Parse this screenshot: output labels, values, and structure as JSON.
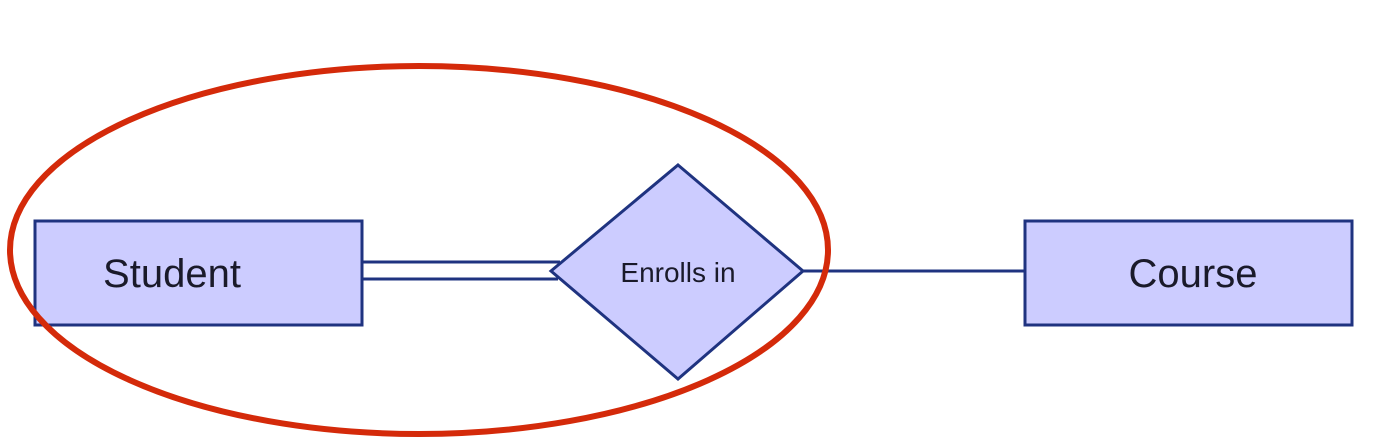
{
  "diagram": {
    "type": "er-diagram",
    "colors": {
      "entity_fill": "#ccccff",
      "stroke": "#1f3380",
      "highlight": "#d42a0a",
      "text": "#1a1a2a",
      "background": "#ffffff"
    },
    "entities": [
      {
        "id": "student",
        "label": "Student"
      },
      {
        "id": "course",
        "label": "Course"
      }
    ],
    "relationships": [
      {
        "id": "enrolls_in",
        "label": "Enrolls in"
      }
    ],
    "connections": [
      {
        "from": "student",
        "to": "enrolls_in",
        "participation": "total",
        "line": "double"
      },
      {
        "from": "enrolls_in",
        "to": "course",
        "participation": "partial",
        "line": "single"
      }
    ],
    "annotations": [
      {
        "shape": "ellipse",
        "color": "red",
        "encloses": [
          "student",
          "enrolls_in"
        ]
      }
    ]
  }
}
